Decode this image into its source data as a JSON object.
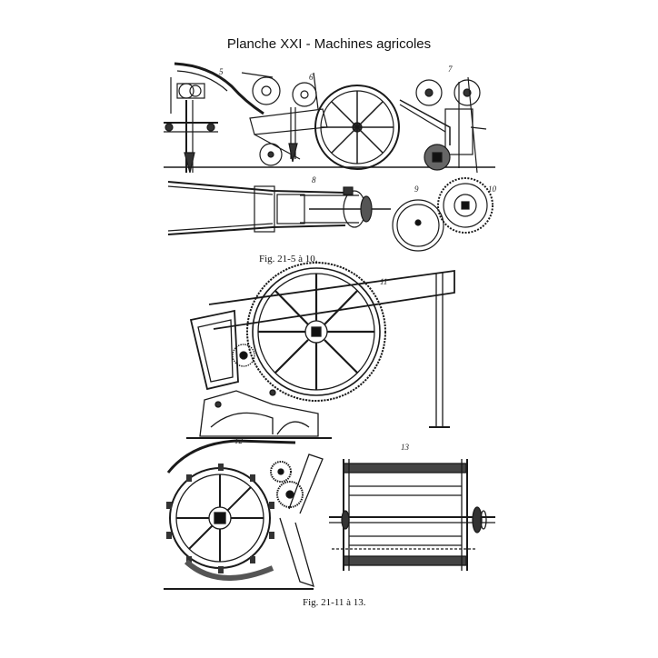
{
  "title": "Planche XXI - Machines agricoles",
  "captions": {
    "upper": "Fig. 21-5 à 10.",
    "lower": "Fig. 21-11 à 13."
  },
  "figure_numbers": {
    "fig5": "5",
    "fig6": "6",
    "fig7": "7",
    "fig8": "8",
    "fig9": "9",
    "fig10": "10",
    "fig11": "11",
    "fig12": "12",
    "fig13": "13"
  },
  "colors": {
    "ink": "#1a1a1a",
    "paper": "#ffffff",
    "shade": "#555555"
  }
}
